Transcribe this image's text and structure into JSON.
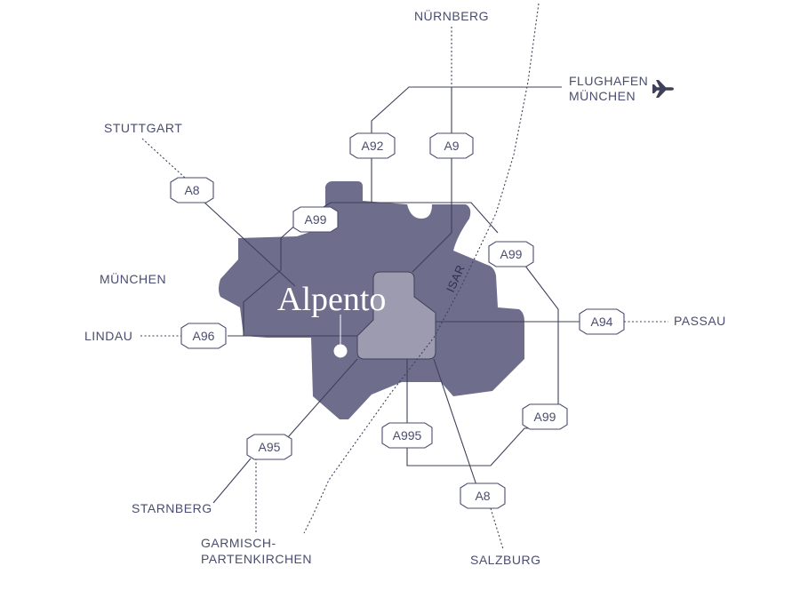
{
  "colors": {
    "region": "#6e6e8c",
    "center": "#9c9bb0",
    "line": "#3e4059",
    "text": "#4a4d6e",
    "shield_bg": "#ffffff"
  },
  "brand": {
    "name": "Alpento"
  },
  "river": {
    "label": "ISAR"
  },
  "region_label": "MÜNCHEN",
  "cities": {
    "nuernberg": "NÜRNBERG",
    "flughafen_line1": "FLUGHAFEN",
    "flughafen_line2": "MÜNCHEN",
    "stuttgart": "STUTTGART",
    "lindau": "LINDAU",
    "passau": "PASSAU",
    "starnberg": "STARNBERG",
    "garmisch_line1": "GARMISCH-",
    "garmisch_line2": "PARTENKIRCHEN",
    "salzburg": "SALZBURG"
  },
  "highways": {
    "a92": "A92",
    "a9": "A9",
    "a8_north": "A8",
    "a99_north": "A99",
    "a99_east": "A99",
    "a94": "A94",
    "a96": "A96",
    "a99_south": "A99",
    "a995": "A995",
    "a95": "A95",
    "a8_south": "A8"
  },
  "icons": {
    "airport": "airplane-icon",
    "location": "location-dot-icon"
  }
}
